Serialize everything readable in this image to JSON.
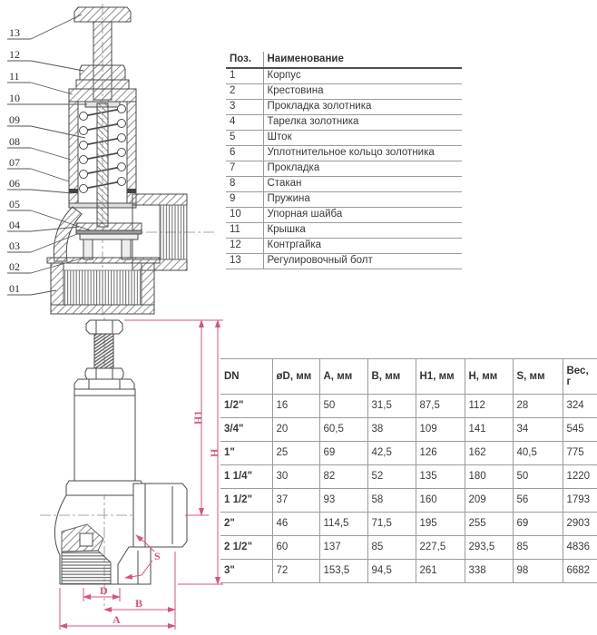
{
  "parts_table": {
    "columns": [
      "Поз.",
      "Наименование"
    ],
    "rows": [
      [
        "1",
        "Корпус"
      ],
      [
        "2",
        "Крестовина"
      ],
      [
        "3",
        "Прокладка золотника"
      ],
      [
        "4",
        "Тарелка золотника"
      ],
      [
        "5",
        "Шток"
      ],
      [
        "6",
        "Уплотнительное кольцо золотника"
      ],
      [
        "7",
        "Прокладка"
      ],
      [
        "8",
        "Стакан"
      ],
      [
        "9",
        "Пружина"
      ],
      [
        "10",
        "Упорная шайба"
      ],
      [
        "11",
        "Крышка"
      ],
      [
        "12",
        "Контргайка"
      ],
      [
        "13",
        "Регулировочный болт"
      ]
    ]
  },
  "dimensions_table": {
    "columns": [
      "DN",
      "øD, мм",
      "A, мм",
      "B, мм",
      "H1, мм",
      "H, мм",
      "S, мм",
      "Вес, г"
    ],
    "rows": [
      [
        "1/2\"",
        "16",
        "50",
        "31,5",
        "87,5",
        "112",
        "28",
        "324"
      ],
      [
        "3/4\"",
        "20",
        "60,5",
        "38",
        "109",
        "141",
        "34",
        "545"
      ],
      [
        "1\"",
        "25",
        "69",
        "42,5",
        "126",
        "162",
        "40,5",
        "775"
      ],
      [
        "1 1/4\"",
        "30",
        "82",
        "52",
        "135",
        "180",
        "50",
        "1220"
      ],
      [
        "1 1/2\"",
        "37",
        "93",
        "58",
        "160",
        "209",
        "56",
        "1793"
      ],
      [
        "2\"",
        "46",
        "114,5",
        "71,5",
        "195",
        "255",
        "69",
        "2903"
      ],
      [
        "2 1/2\"",
        "60",
        "137",
        "85",
        "227,5",
        "293,5",
        "85",
        "4836"
      ],
      [
        "3\"",
        "72",
        "153,5",
        "94,5",
        "261",
        "338",
        "98",
        "6682"
      ]
    ]
  },
  "cross_section": {
    "labels": [
      "13",
      "12",
      "11",
      "10",
      "09",
      "08",
      "07",
      "06",
      "05",
      "04",
      "03",
      "02",
      "01"
    ]
  },
  "dimension_drawing": {
    "h1": "H1",
    "h": "H",
    "d": "D",
    "b": "B",
    "a": "A",
    "s": "S"
  },
  "colors": {
    "dimension_line": "#d9537a",
    "table_line": "#9b9b9b",
    "drawing_line": "#4a4a4a",
    "text": "#3a3a3a"
  }
}
